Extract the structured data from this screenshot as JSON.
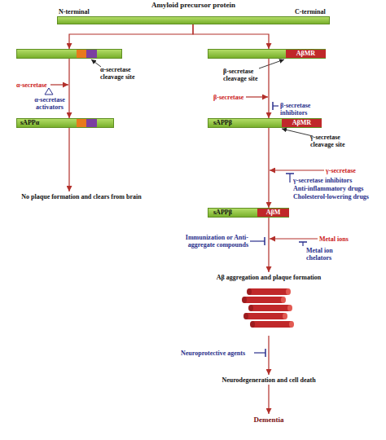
{
  "diagram": {
    "nodes": [
      {
        "text": [
          "Amyloid precursor protein"
        ]
      },
      {
        "text": [
          "α-secretase cleavage site"
        ]
      },
      {
        "text": [
          "AβMR",
          "β-secretase cleavage site"
        ]
      },
      {
        "text": [
          "sAPPα"
        ]
      },
      {
        "text": [
          "sAPPβ",
          "AβMR",
          "γ-secretase cleavage site"
        ]
      },
      {
        "text": [
          "sAPPβ",
          "AβM"
        ]
      },
      {
        "text": [
          "No plaque formation and clears from brain"
        ]
      },
      {
        "text": [
          "Aβ aggregation and plaque formation"
        ]
      },
      {
        "text": [
          "Neurodegeneration and cell death"
        ]
      },
      {
        "text": [
          "Dementia"
        ]
      }
    ],
    "edges": [
      {
        "from": 0,
        "to": 1,
        "arrow": "to"
      },
      {
        "from": 0,
        "to": 2,
        "arrow": "to"
      },
      {
        "from": 1,
        "to": 3,
        "arrow": "to"
      },
      {
        "from": 3,
        "to": 6,
        "arrow": "to"
      },
      {
        "from": 2,
        "to": 4,
        "arrow": "to"
      },
      {
        "from": 4,
        "to": 5,
        "arrow": "to"
      },
      {
        "from": 5,
        "to": 7,
        "arrow": "to"
      },
      {
        "from": 7,
        "to": 8,
        "arrow": "to"
      },
      {
        "from": 8,
        "to": 9,
        "arrow": "to"
      }
    ],
    "labels": [
      "N-terminal",
      "C-terminal",
      "α-secretase",
      "α-secretase activators",
      "β-secretase",
      "β-secretase inhibitors",
      "γ-secretase",
      "γ-secretase inhibitors",
      "Anti-inflammatory drugs",
      "Cholesterol-lowering drugs",
      "Metal ions",
      "Metal ion chelators",
      "Immunization or Anti-aggregate compounds",
      "Neuroprotective agents"
    ]
  }
}
